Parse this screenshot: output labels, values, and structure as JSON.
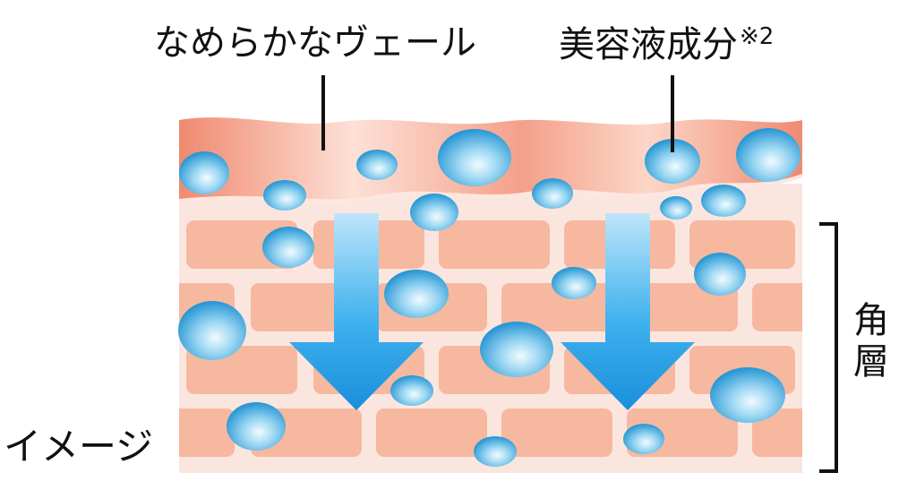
{
  "labels": {
    "veil": "なめらかなヴェール",
    "serum": "美容液成分",
    "serum_note": "※2",
    "stratum_line1": "角",
    "stratum_line2": "層",
    "image_note": "イメージ"
  },
  "colors": {
    "veil_dark": "#f08a70",
    "veil_light": "#fde0d6",
    "skin_bg": "#fbe6df",
    "brick": "#f7b8a0",
    "arrow_top": "#bfe6fb",
    "arrow_bottom": "#1a9be4",
    "drop_dark": "#2e9ed8",
    "drop_light": "#e8f7fd",
    "text": "#111111"
  }
}
